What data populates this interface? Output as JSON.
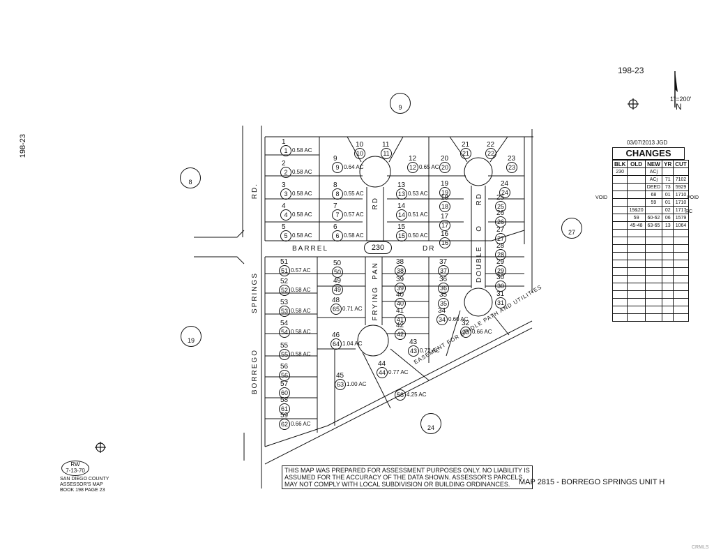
{
  "header": {
    "map_number": "198-23",
    "side_label": "198-23",
    "scale": "1\"=200'",
    "north": "N"
  },
  "changes": {
    "date": "03/07/2013 JGD",
    "title": "CHANGES",
    "columns": [
      "BLK",
      "OLD",
      "NEW",
      "YR",
      "CUT"
    ],
    "rows": [
      [
        "230",
        "",
        "ACj",
        "",
        ""
      ],
      [
        "",
        "",
        "ACj",
        "71",
        "7102"
      ],
      [
        "",
        "",
        "DEED",
        "73",
        "5929"
      ],
      [
        "",
        "",
        "68",
        "01",
        "1710"
      ],
      [
        "",
        "",
        "59",
        "01",
        "1710"
      ],
      [
        "",
        "19&20",
        "",
        "02",
        "1717"
      ],
      [
        "",
        "59",
        "60-62",
        "06",
        "1579"
      ],
      [
        "",
        "45-48",
        "63-65",
        "13",
        "1064"
      ]
    ],
    "void_left": "VOID",
    "void_right": "VOID",
    "rc": "RC"
  },
  "roads": {
    "borrego": "BORREGO",
    "springs": "SPRINGS",
    "rd_left": "RD.",
    "barrel": "BARREL",
    "dr": "DR",
    "block": "230",
    "frying": "FRYING",
    "pan": "PAN",
    "rd_mid": "RD",
    "double": "DOUBLE",
    "o": "O",
    "rd_right": "RD",
    "easement": "EASEMENT FOR BRIDLE PATH AND UTILITIES"
  },
  "adjacent": [
    "9",
    "8",
    "19",
    "27",
    "24"
  ],
  "lots": [
    {
      "n": "1",
      "c": "1",
      "ac": "0.58 AC"
    },
    {
      "n": "2",
      "c": "2",
      "ac": "0.58 AC"
    },
    {
      "n": "3",
      "c": "3",
      "ac": "0.58 AC"
    },
    {
      "n": "4",
      "c": "4",
      "ac": "0.58 AC"
    },
    {
      "n": "5",
      "c": "5",
      "ac": "0.58 AC"
    },
    {
      "n": "6",
      "c": "6",
      "ac": "0.58 AC"
    },
    {
      "n": "7",
      "c": "7",
      "ac": "0.57 AC"
    },
    {
      "n": "8",
      "c": "8",
      "ac": "0.55 AC"
    },
    {
      "n": "9",
      "c": "9",
      "ac": "0.64 AC"
    },
    {
      "n": "10",
      "c": "10",
      "ac": ""
    },
    {
      "n": "11",
      "c": "11",
      "ac": ""
    },
    {
      "n": "12",
      "c": "12",
      "ac": "0.65 AC"
    },
    {
      "n": "13",
      "c": "13",
      "ac": "0.53 AC"
    },
    {
      "n": "14",
      "c": "14",
      "ac": "0.51 AC"
    },
    {
      "n": "15",
      "c": "15",
      "ac": "0.50 AC"
    },
    {
      "n": "16",
      "c": "16",
      "ac": ""
    },
    {
      "n": "17",
      "c": "17",
      "ac": ""
    },
    {
      "n": "18",
      "c": "18",
      "ac": ""
    },
    {
      "n": "19",
      "c": "19",
      "ac": ""
    },
    {
      "n": "20",
      "c": "20",
      "ac": ""
    },
    {
      "n": "21",
      "c": "21",
      "ac": ""
    },
    {
      "n": "22",
      "c": "22",
      "ac": ""
    },
    {
      "n": "23",
      "c": "23",
      "ac": ""
    },
    {
      "n": "24",
      "c": "24",
      "ac": ""
    },
    {
      "n": "25",
      "c": "25",
      "ac": ""
    },
    {
      "n": "26",
      "c": "26",
      "ac": ""
    },
    {
      "n": "27",
      "c": "27",
      "ac": ""
    },
    {
      "n": "28",
      "c": "28",
      "ac": ""
    },
    {
      "n": "29",
      "c": "29",
      "ac": ""
    },
    {
      "n": "30",
      "c": "30",
      "ac": ""
    },
    {
      "n": "31",
      "c": "31",
      "ac": ""
    },
    {
      "n": "32",
      "c": "33",
      "ac": "0.66 AC"
    },
    {
      "n": "34",
      "c": "34",
      "ac": "0.60 AC"
    },
    {
      "n": "35",
      "c": "35",
      "ac": ""
    },
    {
      "n": "36",
      "c": "36",
      "ac": ""
    },
    {
      "n": "37",
      "c": "37",
      "ac": ""
    },
    {
      "n": "38",
      "c": "38",
      "ac": ""
    },
    {
      "n": "39",
      "c": "39",
      "ac": ""
    },
    {
      "n": "40",
      "c": "40",
      "ac": ""
    },
    {
      "n": "41",
      "c": "41",
      "ac": ""
    },
    {
      "n": "42",
      "c": "42",
      "ac": ""
    },
    {
      "n": "43",
      "c": "43",
      "ac": "0.72 AC"
    },
    {
      "n": "44",
      "c": "44",
      "ac": "0.77 AC"
    },
    {
      "n": "45",
      "c": "63",
      "ac": "1.00 AC"
    },
    {
      "n": "46",
      "c": "64",
      "ac": "1.04 AC"
    },
    {
      "n": "48",
      "c": "65",
      "ac": "0.71 AC"
    },
    {
      "n": "49",
      "c": "49",
      "ac": ""
    },
    {
      "n": "50",
      "c": "50",
      "ac": ""
    },
    {
      "n": "51",
      "c": "51",
      "ac": "0.57 AC"
    },
    {
      "n": "52",
      "c": "52",
      "ac": "0.58 AC"
    },
    {
      "n": "53",
      "c": "53",
      "ac": "0.58 AC"
    },
    {
      "n": "54",
      "c": "54",
      "ac": "0.58 AC"
    },
    {
      "n": "55",
      "c": "55",
      "ac": "0.58 AC"
    },
    {
      "n": "56",
      "c": "56",
      "ac": ""
    },
    {
      "n": "57",
      "c": "60",
      "ac": ""
    },
    {
      "n": "58",
      "c": "61",
      "ac": ""
    },
    {
      "n": "59",
      "c": "62",
      "ac": "0.66 AC"
    },
    {
      "n": "",
      "c": "58",
      "ac": "4.25 AC"
    }
  ],
  "stamp": {
    "rw": "RW",
    "date": "7-13-70"
  },
  "assessor": [
    "SAN DIEGO COUNTY",
    "ASSESSOR'S MAP",
    "BOOK 198 PAGE 23"
  ],
  "disclaimer": [
    "THIS MAP WAS PREPARED FOR ASSESSMENT PURPOSES ONLY.  NO LIABILITY IS",
    "ASSUMED FOR THE ACCURACY OF THE DATA SHOWN.  ASSESSOR'S PARCELS",
    "MAY NOT COMPLY WITH LOCAL SUBDIVISION OR BUILDING ORDINANCES."
  ],
  "map_title": "MAP 2815 - BORREGO SPRINGS UNIT H",
  "watermark": "CRMLS"
}
